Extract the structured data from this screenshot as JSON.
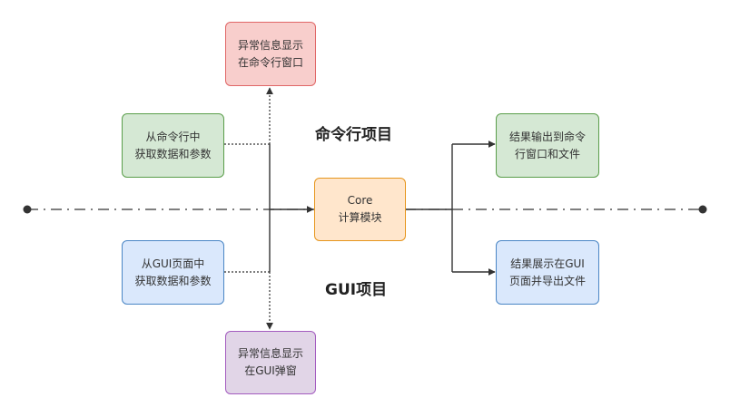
{
  "headings": {
    "cli_project": "命令行项目",
    "gui_project": "GUI项目"
  },
  "nodes": {
    "error_cli": {
      "line1": "异常信息显示",
      "line2": "在命令行窗口"
    },
    "cli_input": {
      "line1": "从命令行中",
      "line2": "获取数据和参数"
    },
    "core": {
      "line1": "Core",
      "line2": "计算模块"
    },
    "cli_output": {
      "line1": "结果输出到命令",
      "line2": "行窗口和文件"
    },
    "gui_input": {
      "line1": "从GUI页面中",
      "line2": "获取数据和参数"
    },
    "gui_output": {
      "line1": "结果展示在GUI",
      "line2": "页面并导出文件"
    },
    "error_gui": {
      "line1": "异常信息显示",
      "line2": "在GUI弹窗"
    }
  },
  "colors": {
    "red_fill": "#f8cecc",
    "red_stroke": "#e06666",
    "green_fill": "#d5e8d4",
    "green_stroke": "#5a9e4a",
    "orange_fill": "#ffe6cc",
    "orange_stroke": "#e6951c",
    "blue_fill": "#dae8fc",
    "blue_stroke": "#4a86c5",
    "purple_fill": "#e1d5e7",
    "purple_stroke": "#a35bbf",
    "line": "#333333"
  }
}
